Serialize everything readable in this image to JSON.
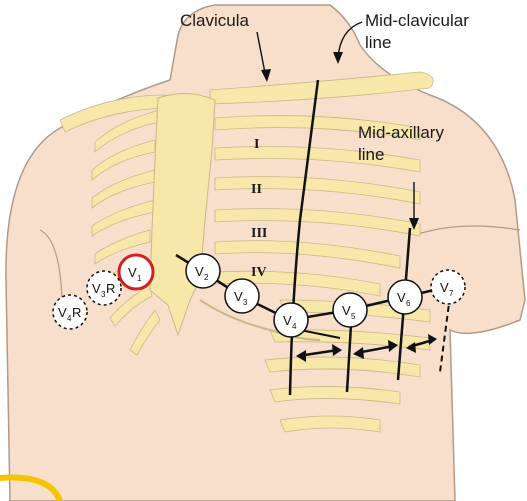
{
  "labels": {
    "clavicula": "Clavicula",
    "mid_clavicular_1": "Mid-clavicular",
    "mid_clavicular_2": "line",
    "mid_axillary_1": "Mid-axillary",
    "mid_axillary_2": "line"
  },
  "rib_numerals": [
    "I",
    "II",
    "III",
    "IV"
  ],
  "leads": [
    {
      "id": "v1",
      "main": "V",
      "sub": "1",
      "suffix": "",
      "style": "highlight"
    },
    {
      "id": "v2",
      "main": "V",
      "sub": "2",
      "suffix": "",
      "style": "solid"
    },
    {
      "id": "v3",
      "main": "V",
      "sub": "3",
      "suffix": "",
      "style": "solid"
    },
    {
      "id": "v4",
      "main": "V",
      "sub": "4",
      "suffix": "",
      "style": "solid"
    },
    {
      "id": "v5",
      "main": "V",
      "sub": "5",
      "suffix": "",
      "style": "solid"
    },
    {
      "id": "v6",
      "main": "V",
      "sub": "6",
      "suffix": "",
      "style": "solid"
    },
    {
      "id": "v7",
      "main": "V",
      "sub": "7",
      "suffix": "",
      "style": "dashed"
    },
    {
      "id": "v3r",
      "main": "V",
      "sub": "3",
      "suffix": "R",
      "style": "dashed"
    },
    {
      "id": "v4r",
      "main": "V",
      "sub": "4",
      "suffix": "R",
      "style": "dashed"
    }
  ],
  "colors": {
    "skin": "#f8dfcb",
    "skin_outline": "#b09a88",
    "bone": "#f7e7a8",
    "highlight": "#d62020",
    "line": "#111111"
  }
}
